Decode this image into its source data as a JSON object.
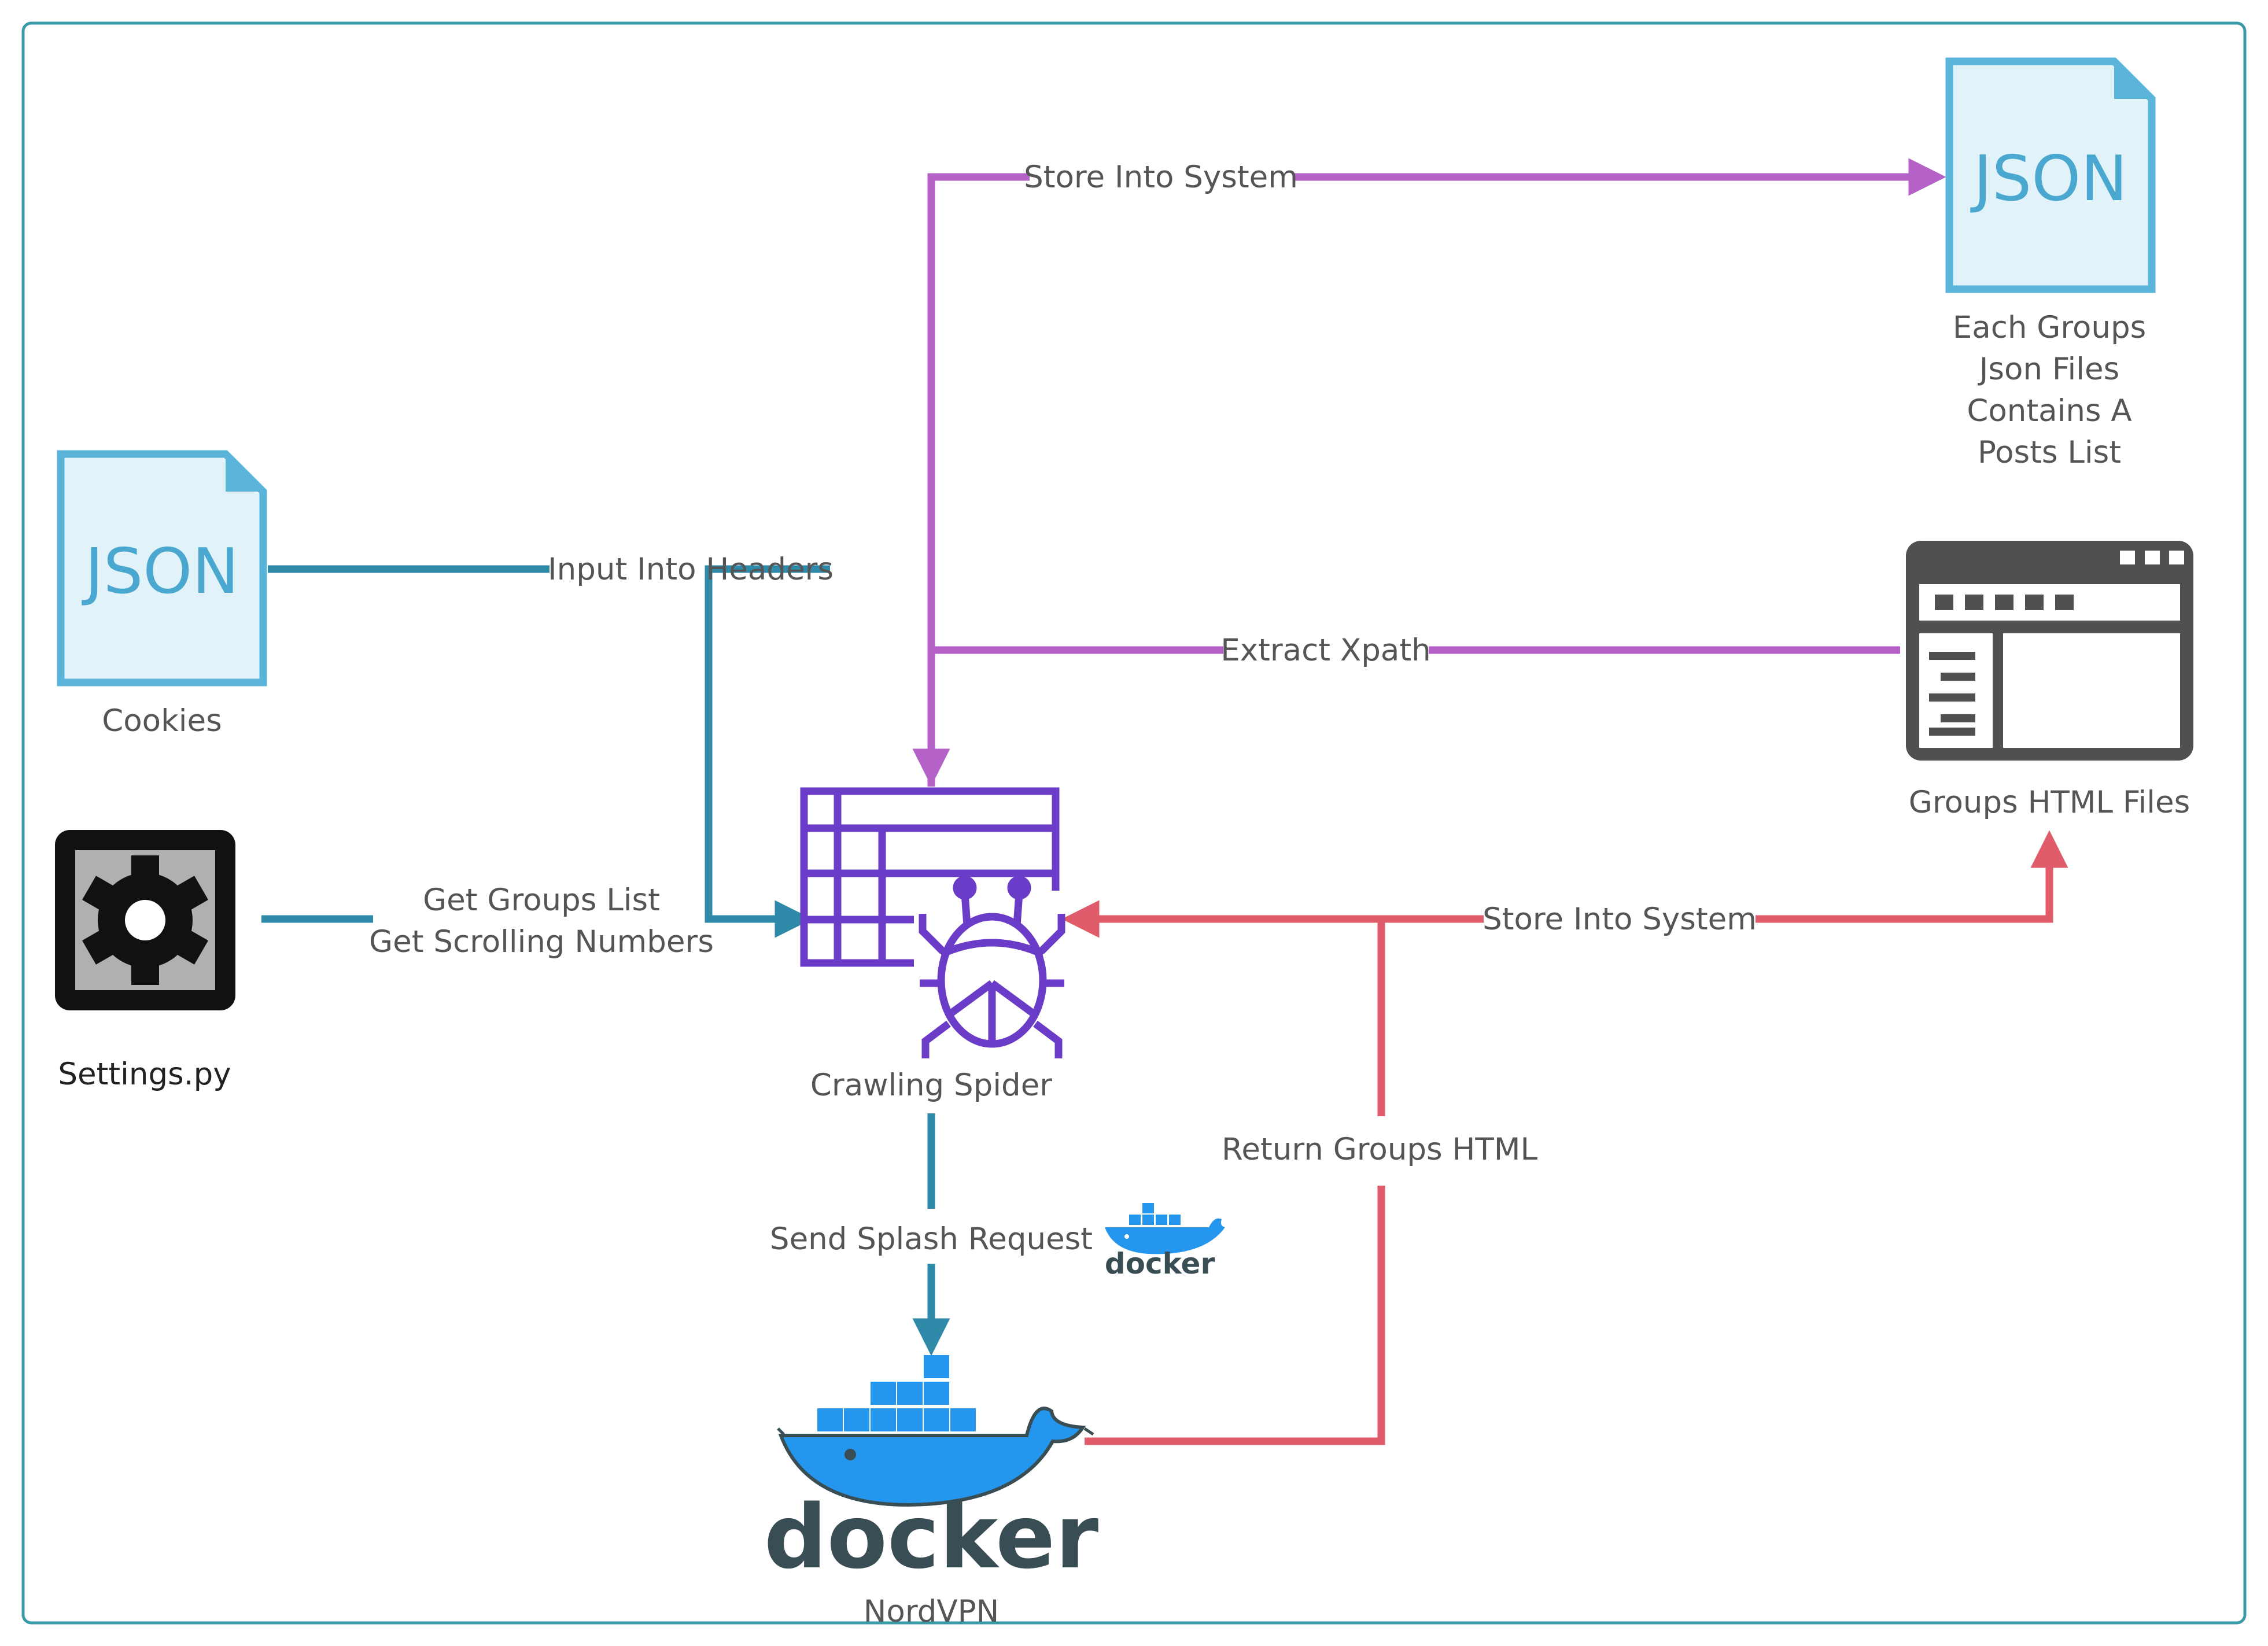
{
  "nodes": {
    "cookies": {
      "icon_text": "JSON",
      "label": "Cookies"
    },
    "settings": {
      "label": "Settings.py"
    },
    "spider": {
      "label": "Crawling Spider"
    },
    "json_output": {
      "icon_text": "JSON",
      "label_lines": [
        "Each Groups",
        "Json Files",
        "Contains A",
        "Posts List"
      ]
    },
    "html_files": {
      "label": "Groups HTML Files"
    },
    "docker_main": {
      "logo_text": "docker",
      "label": "NordVPN"
    },
    "docker_small": {
      "logo_text": "docker"
    }
  },
  "edges": {
    "input_headers": "Input Into Headers",
    "get_groups": [
      "Get Groups List",
      "Get Scrolling Numbers"
    ],
    "store_json": "Store Into System",
    "extract_xpath": "Extract Xpath",
    "store_html": "Store Into System",
    "return_html": "Return Groups HTML",
    "send_splash": "Send Splash Request"
  },
  "colors": {
    "frame": "#3a9aa8",
    "blue_flow": "#2e8aa8",
    "purple_flow": "#b562c8",
    "red_flow": "#e05c6a",
    "spider": "#6a3cc8",
    "json_icon": "#5bb5db",
    "docker_blue": "#2496ed",
    "docker_text": "#394d54"
  }
}
